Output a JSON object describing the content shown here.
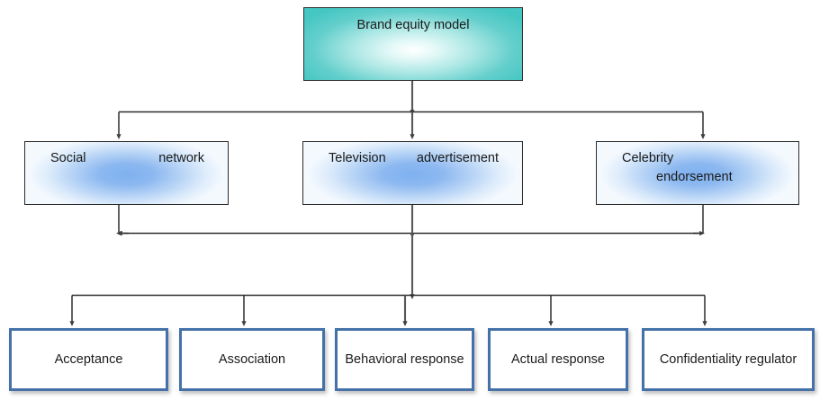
{
  "diagram": {
    "title": "Brand equity model",
    "background_color": "#ffffff",
    "palette": {
      "root_fill_edge": "#44c6c3",
      "root_fill_center": "#ffffff",
      "mid_fill_center": "#7fb1ef",
      "mid_fill_edge": "#f4f9fe",
      "leaf_border": "#4472a8",
      "leaf_fill": "#ffffff",
      "connector": "#3f3f3f",
      "text": "#1a1a1a"
    }
  },
  "levels": {
    "root": {
      "label": "Brand equity model"
    },
    "channels": [
      {
        "label": "Social network",
        "word_1": "Social",
        "word_2": "network"
      },
      {
        "label": "Television advertisement",
        "word_1": "Television",
        "word_2": "advertisement"
      },
      {
        "label": "Celebrity endorsement",
        "word_1": "Celebrity",
        "word_2": "endorsement"
      }
    ],
    "outcomes": [
      {
        "label": "Acceptance"
      },
      {
        "label": "Association"
      },
      {
        "label": "Behavioral response"
      },
      {
        "label": "Actual response"
      },
      {
        "label": "Confidentiality regulator"
      }
    ]
  }
}
